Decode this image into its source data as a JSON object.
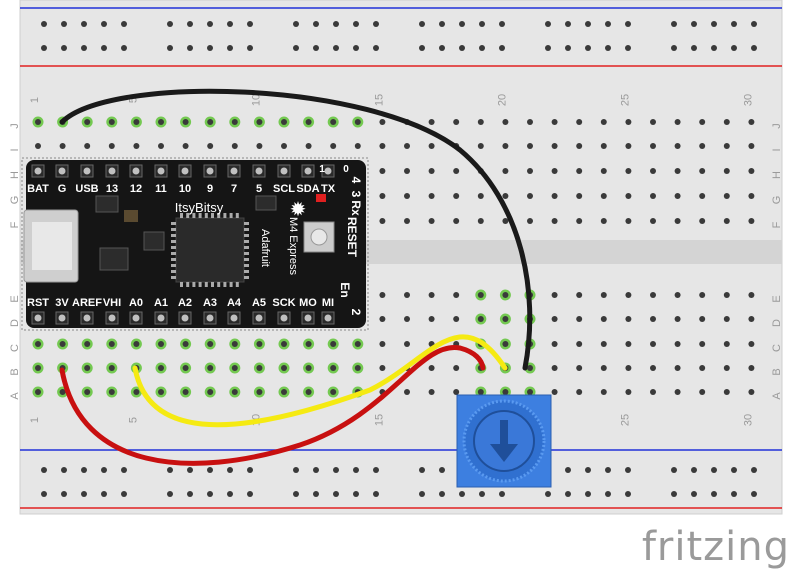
{
  "breadboard": {
    "column_numbers": [
      "1",
      "5",
      "10",
      "15",
      "20",
      "25",
      "30"
    ],
    "row_letters_top": [
      "J",
      "I",
      "H",
      "G",
      "F"
    ],
    "row_letters_bottom": [
      "E",
      "D",
      "C",
      "B",
      "A"
    ],
    "colors": {
      "board": "#e6e6e6",
      "trench": "#d4d4d4",
      "hole": "#3a3a3a",
      "hole_active": "#58c22c",
      "rail_red": "#e02020",
      "rail_blue": "#2030d8"
    }
  },
  "board": {
    "brand_name": "ItsyBitsy",
    "maker": "Adafruit",
    "model": "M4 Express",
    "reset_label": "RESET",
    "enable_label": "En",
    "top_pins": [
      "BAT",
      "G",
      "USB",
      "13",
      "12",
      "11",
      "10",
      "9",
      "7",
      "5",
      "SCL",
      "SDA",
      "TX"
    ],
    "top_pin_extras": {
      "pin1": "1",
      "pin0": "0"
    },
    "side_right_top": [
      "4",
      "3",
      "Rx"
    ],
    "side_right_bottom": [
      "2"
    ],
    "bottom_pins": [
      "RST",
      "3V",
      "AREF",
      "VHI",
      "A0",
      "A1",
      "A2",
      "A3",
      "A4",
      "A5",
      "SCK",
      "MO",
      "MI"
    ],
    "colors": {
      "pcb": "#151515",
      "silk": "#ffffff"
    }
  },
  "wires": [
    {
      "name": "black-wire",
      "color": "#1a1a1a"
    },
    {
      "name": "yellow-wire",
      "color": "#f5ea12"
    },
    {
      "name": "red-wire",
      "color": "#c81010"
    }
  ],
  "potentiometer": {
    "name": "rotary-potentiometer",
    "color": "#3d7fe0"
  },
  "watermark": "fritzing"
}
